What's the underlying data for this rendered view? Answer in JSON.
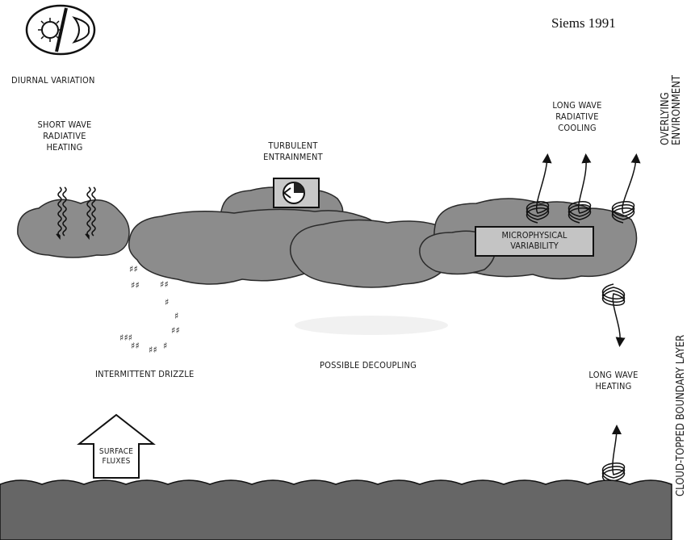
{
  "credit": "Siems 1991",
  "labels": {
    "diurnal": "DIURNAL VARIATION",
    "shortwave": [
      "SHORT WAVE",
      "RADIATIVE",
      "HEATING"
    ],
    "turbulent": [
      "TURBULENT",
      "ENTRAINMENT"
    ],
    "longwave_cooling": [
      "LONG WAVE",
      "RADIATIVE",
      "COOLING"
    ],
    "microphysical": [
      "MICROPHYSICAL",
      "VARIABILITY"
    ],
    "drizzle": "INTERMITTENT DRIZZLE",
    "decoupling": "POSSIBLE DECOUPLING",
    "longwave_heating": [
      "LONG WAVE",
      "HEATING"
    ],
    "surface": [
      "SURFACE",
      "FLUXES"
    ]
  },
  "side_labels": {
    "overlying": [
      "OVERLYING",
      "ENVIRONMENT"
    ],
    "boundary": "CLOUD-TOPPED BOUNDARY LAYER"
  },
  "colors": {
    "cloud": "#8c8c8c",
    "cloud_outline": "#2a2a2a",
    "ocean": "#666666",
    "ink": "#1a1a1a"
  },
  "icons": [
    "sun-moon-icon",
    "entrainment-icon",
    "drizzle-drops",
    "radiation-coil-arrows"
  ]
}
